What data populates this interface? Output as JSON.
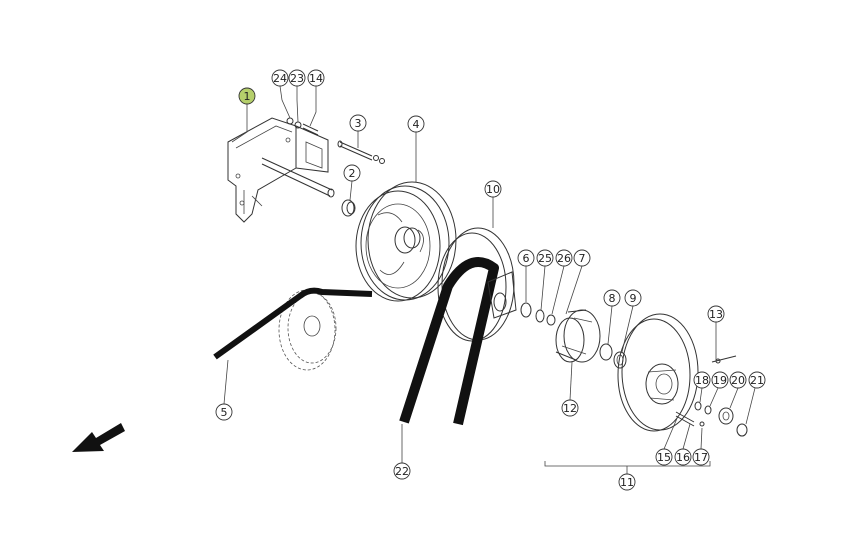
{
  "diagram": {
    "highlight_color": "#b5cf6b",
    "callout_stroke": "#333333",
    "callouts": [
      {
        "id": "c1",
        "label": "1",
        "highlighted": true
      },
      {
        "id": "c24",
        "label": "24"
      },
      {
        "id": "c23",
        "label": "23"
      },
      {
        "id": "c14",
        "label": "14"
      },
      {
        "id": "c3",
        "label": "3"
      },
      {
        "id": "c4",
        "label": "4"
      },
      {
        "id": "c2",
        "label": "2"
      },
      {
        "id": "c10",
        "label": "10"
      },
      {
        "id": "c6",
        "label": "6"
      },
      {
        "id": "c25",
        "label": "25"
      },
      {
        "id": "c26",
        "label": "26"
      },
      {
        "id": "c7",
        "label": "7"
      },
      {
        "id": "c8",
        "label": "8"
      },
      {
        "id": "c9",
        "label": "9"
      },
      {
        "id": "c13",
        "label": "13"
      },
      {
        "id": "c18",
        "label": "18"
      },
      {
        "id": "c19",
        "label": "19"
      },
      {
        "id": "c20",
        "label": "20"
      },
      {
        "id": "c21",
        "label": "21"
      },
      {
        "id": "c12",
        "label": "12"
      },
      {
        "id": "c15",
        "label": "15"
      },
      {
        "id": "c16",
        "label": "16"
      },
      {
        "id": "c17",
        "label": "17"
      },
      {
        "id": "c11",
        "label": "11"
      },
      {
        "id": "c5",
        "label": "5"
      },
      {
        "id": "c22",
        "label": "22"
      }
    ]
  }
}
